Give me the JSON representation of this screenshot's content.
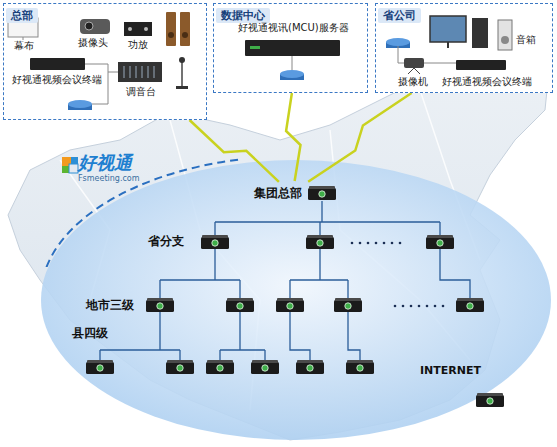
{
  "diagram": {
    "nodes": [
      {
        "text": [
          "总部"
        ]
      },
      {
        "text": [
          "数据中心"
        ]
      },
      {
        "text": [
          "省公司"
        ]
      },
      {
        "text": [
          "好视通",
          "Fsmeeting.com"
        ]
      },
      {
        "text": [
          "集团总部"
        ],
        "in": 3
      }
    ],
    "edges": [
      {
        "from": 0,
        "to": 4,
        "arrow": "none"
      },
      {
        "from": 1,
        "to": 4,
        "arrow": "none"
      },
      {
        "from": 2,
        "to": 4,
        "arrow": "none"
      }
    ],
    "labels": [
      "幕布",
      "摄像头",
      "功放",
      "好视通视频会议终端",
      "调音台",
      "好视通视讯(MCU)服务器",
      "音箱",
      "摄像机",
      "好视通视频会议终端",
      "省分支",
      "地市三级",
      "县四级",
      "INTERNET"
    ]
  }
}
